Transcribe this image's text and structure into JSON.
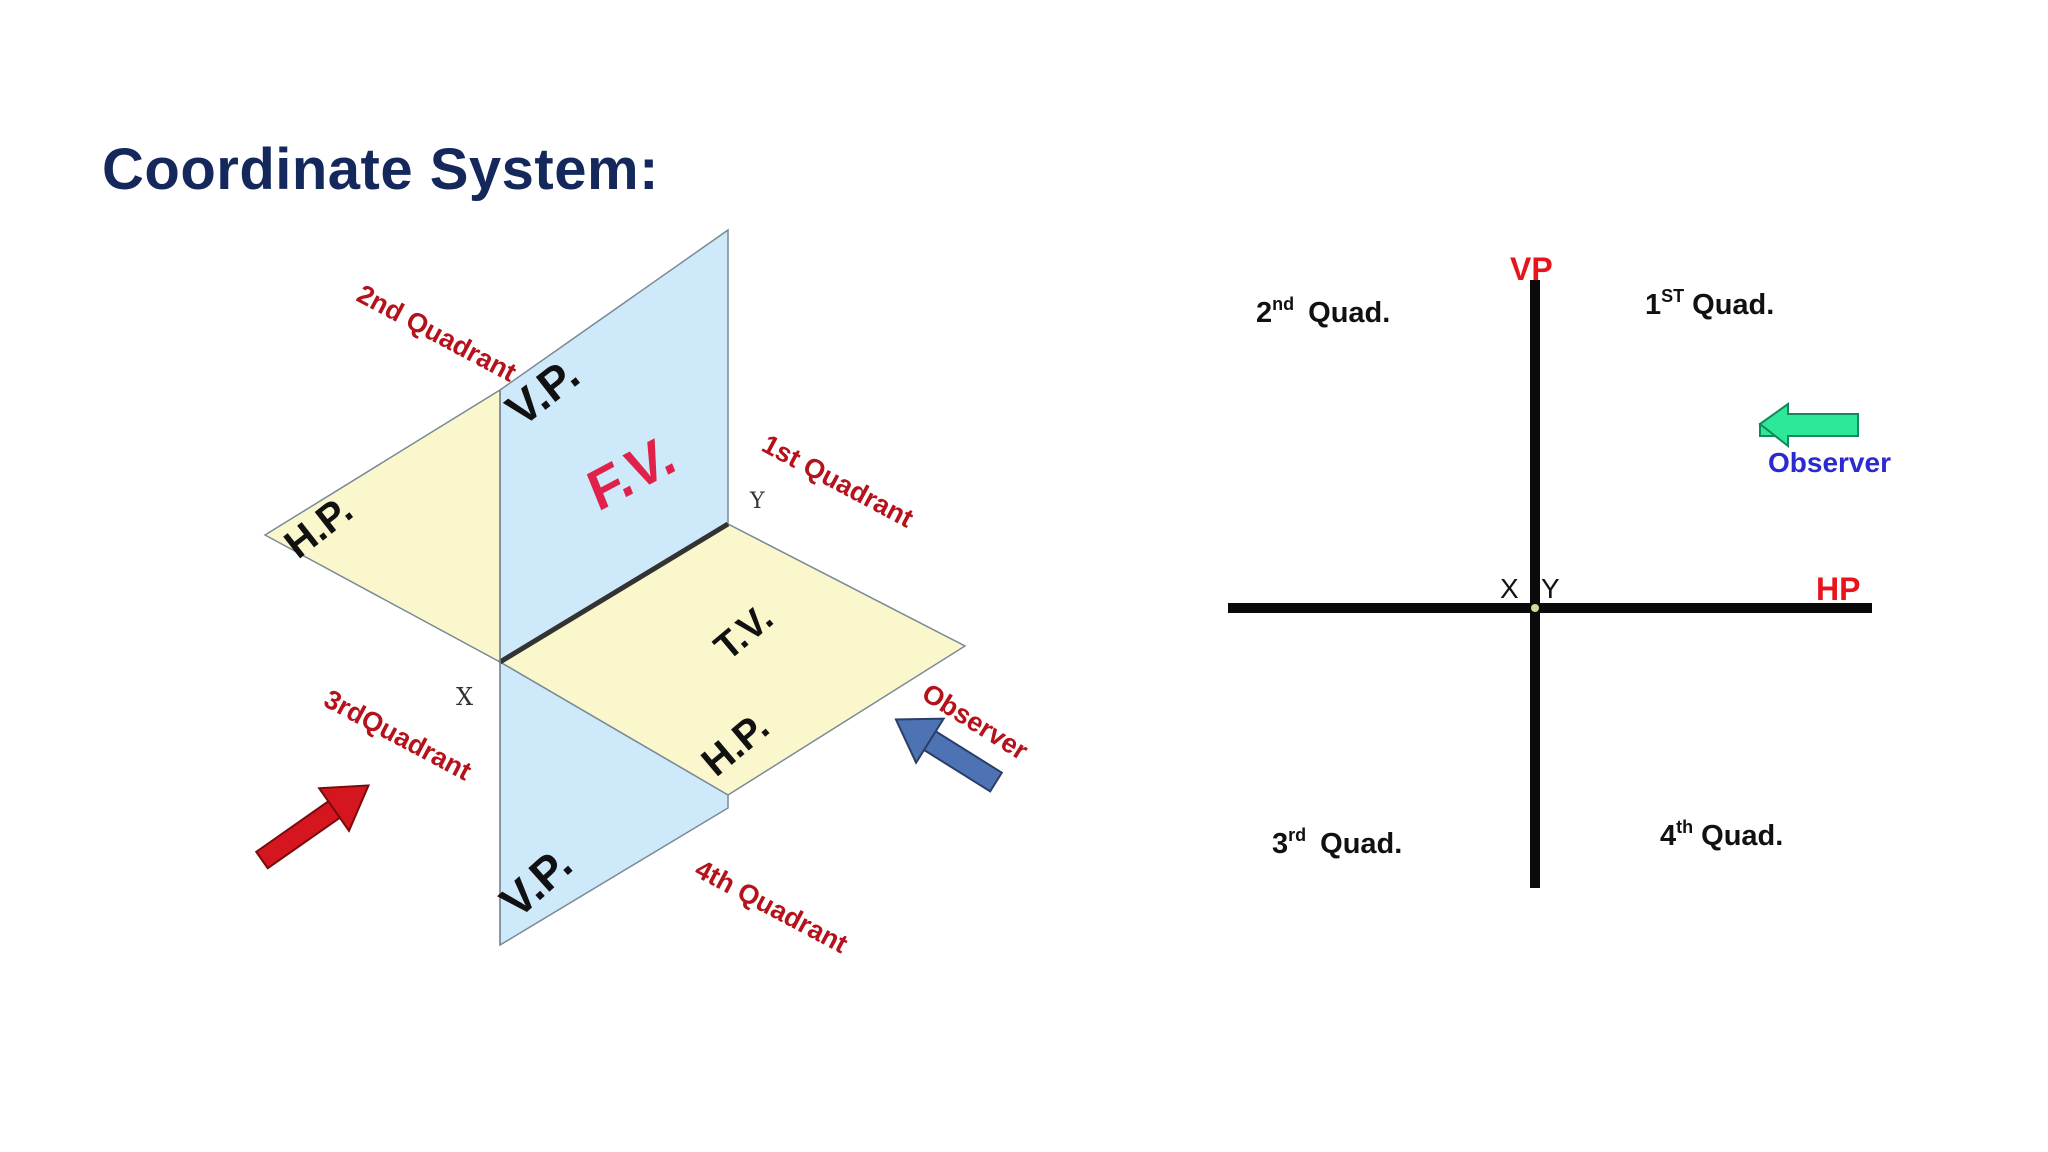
{
  "title": "Coordinate System:",
  "left_diagram": {
    "vp_upper": "V.P.",
    "vp_lower": "V.P.",
    "hp_left": "H.P.",
    "hp_right": "H.P.",
    "fv": "F.V.",
    "tv": "T.V.",
    "x": "X",
    "y": "Y",
    "quadrant_1": "1st Quadrant",
    "quadrant_2": "2nd Quadrant",
    "quadrant_3": "3rdQuadrant",
    "quadrant_4": "4th Quadrant",
    "observer": "Observer",
    "colors": {
      "vertical_plane": "#cde9fa",
      "horizontal_plane": "#fbf7cc",
      "fv_text": "#e0224a",
      "quadrant_text": "#b5121b",
      "red_arrow": "#d6161f",
      "blue_arrow": "#4e73b5"
    }
  },
  "right_diagram": {
    "vp": "VP",
    "hp": "HP",
    "x": "X",
    "y": "Y",
    "quad_1": {
      "num": "1",
      "sup": "ST",
      "text": "Quad."
    },
    "quad_2": {
      "num": "2",
      "sup": "nd",
      "text": "Quad."
    },
    "quad_3": {
      "num": "3",
      "sup": "rd",
      "text": "Quad."
    },
    "quad_4": {
      "num": "4",
      "sup": "th",
      "text": "Quad."
    },
    "observer": "Observer",
    "colors": {
      "axis_label": "#e8141b",
      "observer_text": "#2a2ad0",
      "arrow_fill": "#2ee89a"
    }
  }
}
